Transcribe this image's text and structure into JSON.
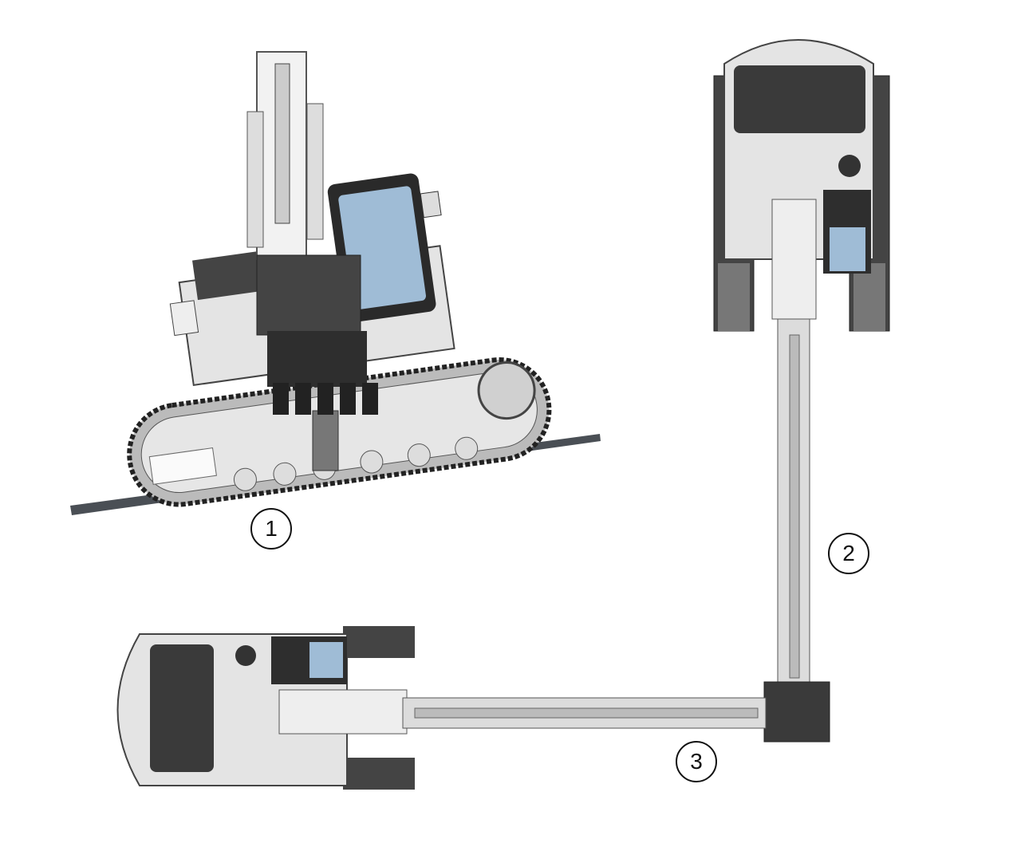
{
  "figure": {
    "views": [
      {
        "id": "1",
        "label": "1",
        "description_label": "side-view-on-slope"
      },
      {
        "id": "2",
        "label": "2",
        "description_label": "top-view-arm-forward"
      },
      {
        "id": "3",
        "label": "3",
        "description_label": "top-view-arm-sideways"
      }
    ]
  },
  "colors": {
    "body_light": "#e4e4e4",
    "body_mid": "#bdbdbd",
    "body_dark": "#3c3c3c",
    "glass": "#9fbcd6",
    "ground": "#4a4f55",
    "outline": "#222222"
  }
}
